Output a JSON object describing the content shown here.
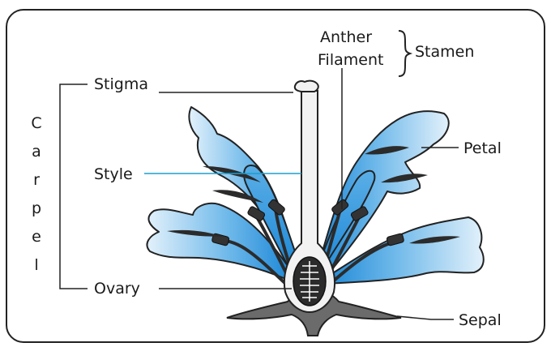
{
  "labels": {
    "anther": "Anther",
    "filament": "Filament",
    "stamen": "Stamen",
    "stigma": "Stigma",
    "style": "Style",
    "petal": "Petal",
    "ovary": "Ovary",
    "sepal": "Sepal",
    "carpel_letters": [
      "C",
      "a",
      "r",
      "p",
      "e",
      "l"
    ]
  },
  "colors": {
    "petal_light": "#e3f1fb",
    "petal_dark": "#1a86d6",
    "outline": "#222222",
    "sepal": "#6b6b6b",
    "style_line": "#1a9fd0"
  }
}
